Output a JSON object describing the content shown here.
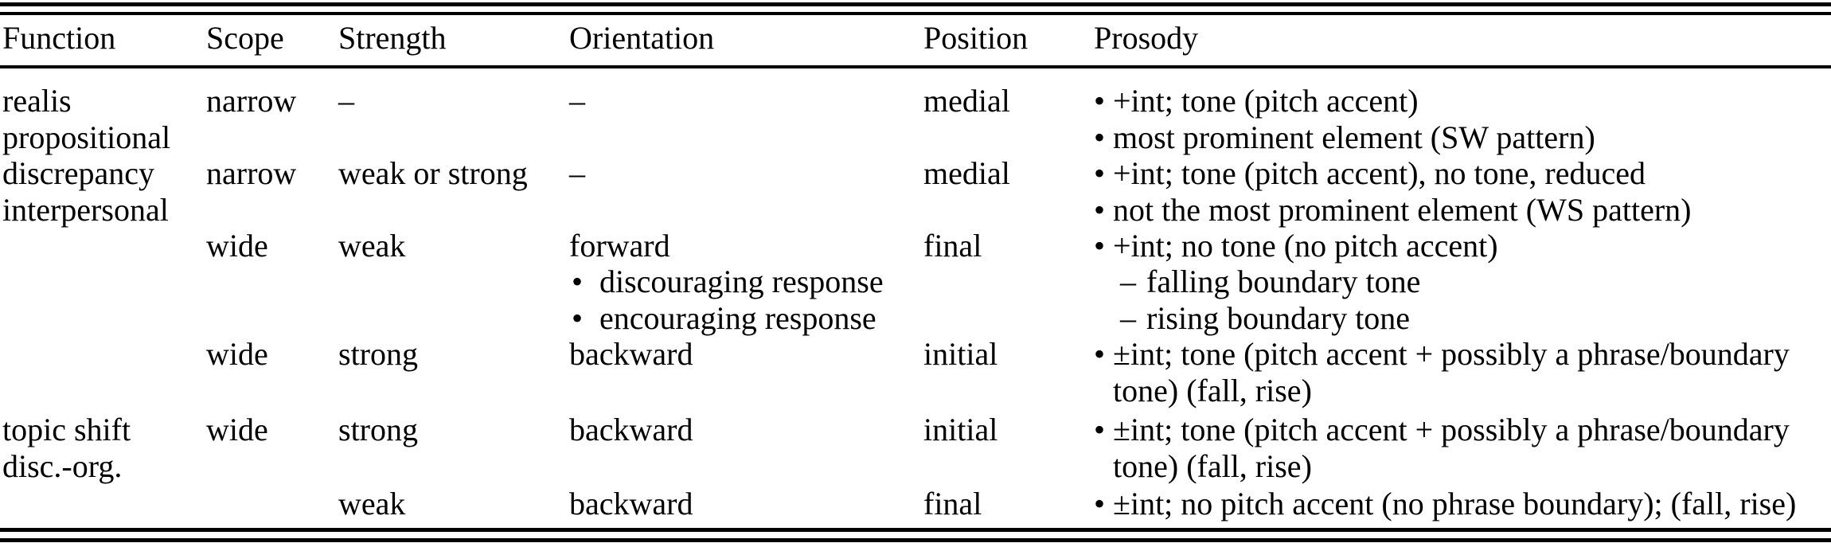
{
  "table": {
    "background_color": "#ffffff",
    "text_color": "#000000",
    "icons": {
      "bullet": "•",
      "dash": "–"
    },
    "columns": [
      {
        "label": "Function"
      },
      {
        "label": "Scope"
      },
      {
        "label": "Strength"
      },
      {
        "label": "Orientation"
      },
      {
        "label": "Position"
      },
      {
        "label": "Prosody"
      }
    ],
    "rows": [
      {
        "function": [
          "realis",
          "propositional"
        ],
        "scope": "narrow",
        "strength": "–",
        "orientation": [
          {
            "type": "plain",
            "text": "–"
          }
        ],
        "position": "medial",
        "prosody": [
          {
            "type": "bullet",
            "text": "+int; tone (pitch accent)"
          },
          {
            "type": "bullet",
            "text": "most prominent element (SW pattern)"
          }
        ]
      },
      {
        "function": [
          "discrepancy",
          "interpersonal"
        ],
        "scope": "narrow",
        "strength": "weak or strong",
        "orientation": [
          {
            "type": "plain",
            "text": "–"
          }
        ],
        "position": "medial",
        "prosody": [
          {
            "type": "bullet",
            "text": "+int; tone (pitch accent), no tone, reduced"
          },
          {
            "type": "bullet",
            "text": "not the most prominent element (WS pattern)"
          }
        ]
      },
      {
        "function": [],
        "scope": "wide",
        "strength": "weak",
        "orientation": [
          {
            "type": "plain",
            "text": "forward"
          },
          {
            "type": "bullet",
            "text": "discouraging response"
          },
          {
            "type": "bullet",
            "text": "encouraging response"
          }
        ],
        "position": "final",
        "prosody": [
          {
            "type": "bullet",
            "text": "+int; no tone (no pitch accent)"
          },
          {
            "type": "dash",
            "text": "falling boundary tone"
          },
          {
            "type": "dash",
            "text": "rising boundary tone"
          }
        ]
      },
      {
        "function": [],
        "scope": "wide",
        "strength": "strong",
        "orientation": [
          {
            "type": "plain",
            "text": "backward"
          }
        ],
        "position": "initial",
        "prosody": [
          {
            "type": "bullet",
            "text": "±int; tone (pitch accent + possibly a phrase/boundary"
          },
          {
            "type": "cont",
            "text": "tone) (fall, rise)"
          }
        ]
      },
      {
        "function": [
          "topic shift",
          "disc.-org."
        ],
        "scope": "wide",
        "strength": "strong",
        "orientation": [
          {
            "type": "plain",
            "text": "backward"
          }
        ],
        "position": "initial",
        "prosody": [
          {
            "type": "bullet",
            "text": "±int; tone (pitch accent + possibly a phrase/boundary"
          },
          {
            "type": "cont",
            "text": "tone) (fall, rise)"
          }
        ]
      },
      {
        "function": [],
        "scope": "",
        "strength": "weak",
        "orientation": [
          {
            "type": "plain",
            "text": "backward"
          }
        ],
        "position": "final",
        "prosody": [
          {
            "type": "bullet",
            "text": "±int; no pitch accent (no phrase boundary); (fall, rise)"
          }
        ]
      }
    ]
  }
}
